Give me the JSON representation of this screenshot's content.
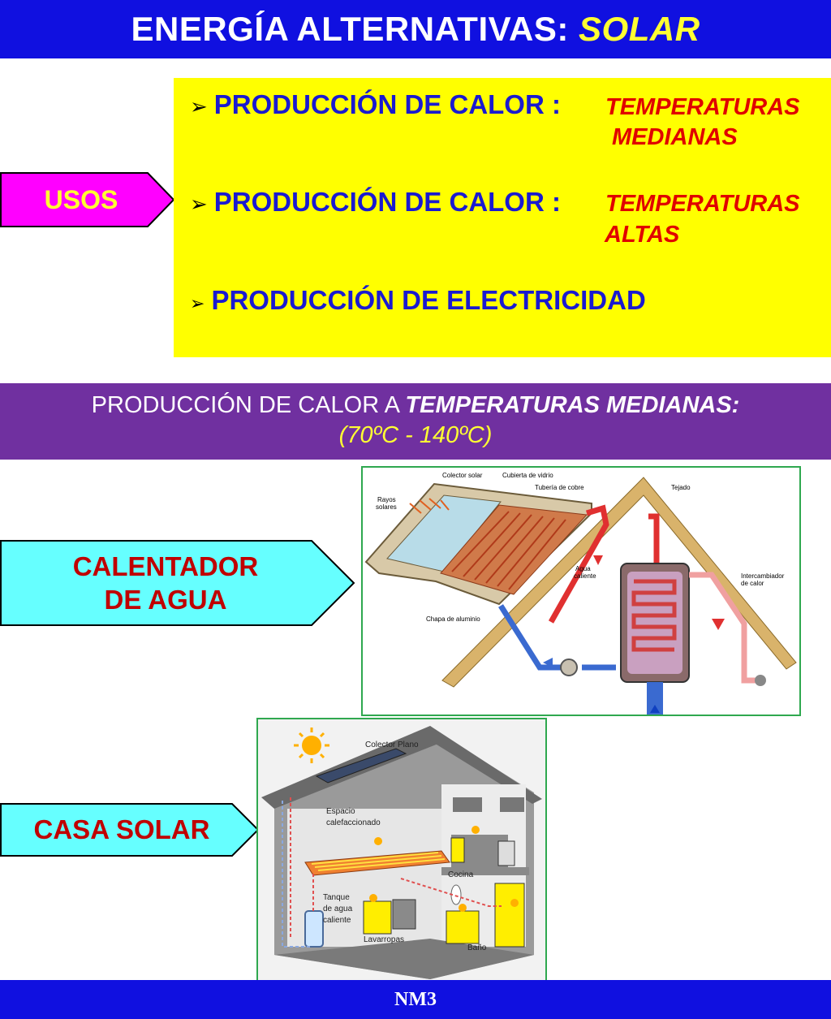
{
  "header": {
    "title_main": "ENERGÍA ALTERNATIVAS:",
    "title_accent": "SOLAR"
  },
  "uses": {
    "label": "USOS",
    "items": [
      {
        "text": "PRODUCCIÓN DE CALOR :",
        "detail_1": "TEMPERATURAS",
        "detail_2": "MEDIANAS"
      },
      {
        "text": "PRODUCCIÓN DE CALOR :",
        "detail_1": "TEMPERATURAS",
        "detail_2": "ALTAS"
      },
      {
        "text": "PRODUCCIÓN DE ELECTRICIDAD"
      }
    ]
  },
  "section": {
    "line1_prefix": "PRODUCCIÓN DE CALOR A",
    "line1_italic": "TEMPERATURAS MEDIANAS:",
    "line2": "(70ºC -  140ºC)"
  },
  "heater": {
    "label_1": "CALENTADOR",
    "label_2": "DE AGUA",
    "diagram": {
      "colector": "Colector solar",
      "cubierta": "Cubierta de vidrio",
      "tuberia": "Tubería de cobre",
      "tejado": "Tejado",
      "rayos_1": "Rayos",
      "rayos_2": "solares",
      "agua_1": "Agua",
      "agua_2": "caliente",
      "inter_1": "Intercambiador",
      "inter_2": "de calor",
      "chapa": "Chapa de aluminio"
    }
  },
  "house": {
    "label": "CASA SOLAR",
    "diagram": {
      "colector": "Colector Plano",
      "espacio_1": "Espacio",
      "espacio_2": "calefaccionado",
      "cocina": "Cocina",
      "tanque_1": "Tanque",
      "tanque_2": "de agua",
      "tanque_3": "caliente",
      "lavarropas": "Lavarropas",
      "bano": "Baño"
    }
  },
  "footer": {
    "text": "NM3"
  },
  "colors": {
    "blue_bar": "#1010e0",
    "yellow": "#ffff00",
    "purple": "#7030a0",
    "magenta": "#ff00ff",
    "cyan": "#66ffff",
    "red_text": "#e00000"
  }
}
